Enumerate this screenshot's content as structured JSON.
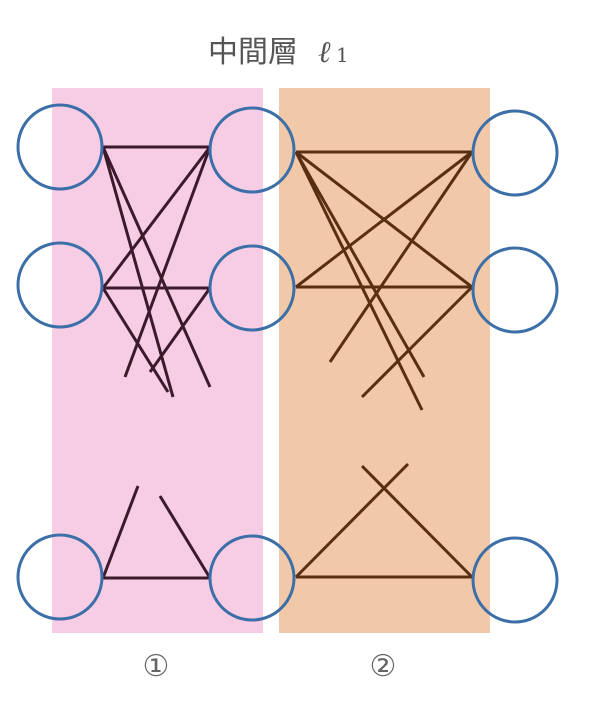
{
  "title": {
    "text": "中間層",
    "variable": "ℓ",
    "subscript": "1"
  },
  "panels": [
    {
      "id": "left",
      "label": "①",
      "color": "#f7cde5"
    },
    {
      "id": "right",
      "label": "②",
      "color": "#f2c9a8"
    }
  ],
  "colors": {
    "neuron_stroke": "#3c6fa8",
    "left_lines": "#3b1a2b",
    "right_lines": "#5a2e12"
  }
}
